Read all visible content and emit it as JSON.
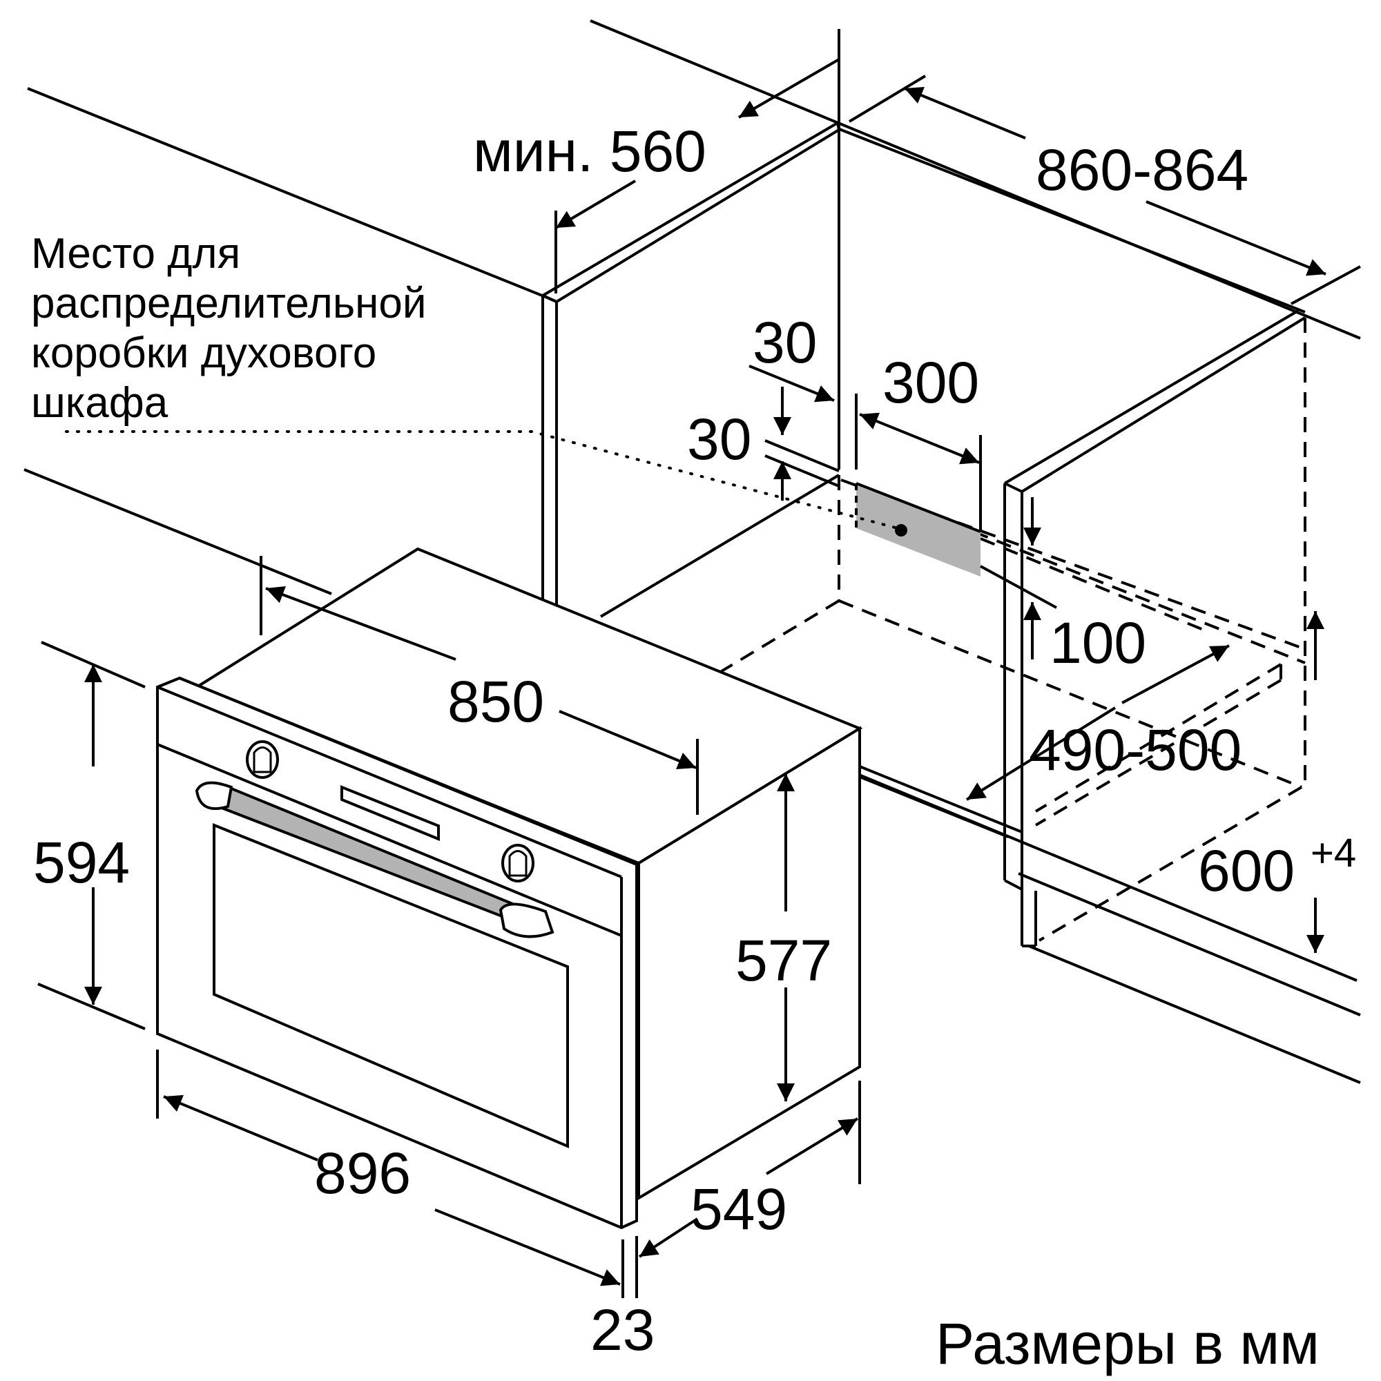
{
  "diagram": {
    "type": "built-in oven installation dimensions",
    "colors": {
      "line": "#000000",
      "fill": "#ffffff",
      "accent": "#b3b3b3"
    },
    "note": {
      "line1": "Место для",
      "line2": "распределительной",
      "line3": "коробки духового",
      "line4": "шкафа"
    },
    "units": "Размеры в мм",
    "dimensions": {
      "min_depth": "мин. 560",
      "niche_width": "860-864",
      "gap_top": "30",
      "gap_side": "30",
      "box_width": "300",
      "box_offset": "100",
      "niche_depth": "490-500",
      "niche_height": "600",
      "niche_height_tolerance": "+4",
      "width": "850",
      "front_height": "594",
      "body_height": "577",
      "front_width": "896",
      "body_depth": "549",
      "front_thickness": "23"
    }
  }
}
